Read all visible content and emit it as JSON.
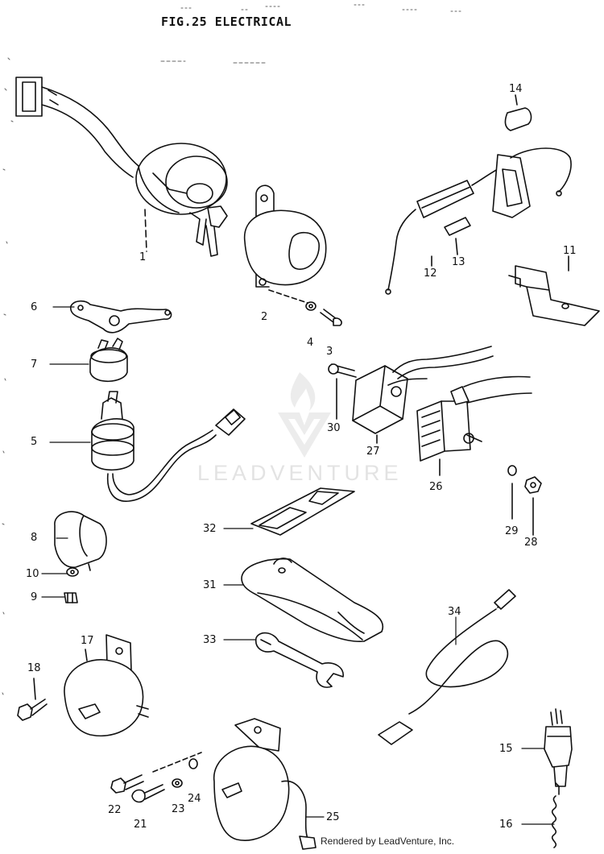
{
  "figure": {
    "title": "FIG.25  ELECTRICAL"
  },
  "watermark": {
    "text": "LEADVENTURE",
    "color": "#e3e3e3"
  },
  "footer": {
    "text": "Rendered by LeadVenture, Inc."
  },
  "callouts": [
    {
      "id": "1",
      "label": "1"
    },
    {
      "id": "2",
      "label": "2"
    },
    {
      "id": "3",
      "label": "3"
    },
    {
      "id": "4",
      "label": "4"
    },
    {
      "id": "5",
      "label": "5"
    },
    {
      "id": "6",
      "label": "6"
    },
    {
      "id": "7",
      "label": "7"
    },
    {
      "id": "8",
      "label": "8"
    },
    {
      "id": "9",
      "label": "9"
    },
    {
      "id": "10",
      "label": "10"
    },
    {
      "id": "11",
      "label": "11"
    },
    {
      "id": "12",
      "label": "12"
    },
    {
      "id": "13",
      "label": "13"
    },
    {
      "id": "14",
      "label": "14"
    },
    {
      "id": "15",
      "label": "15"
    },
    {
      "id": "16",
      "label": "16"
    },
    {
      "id": "17",
      "label": "17"
    },
    {
      "id": "18",
      "label": "18"
    },
    {
      "id": "21",
      "label": "21"
    },
    {
      "id": "22",
      "label": "22"
    },
    {
      "id": "23",
      "label": "23"
    },
    {
      "id": "24",
      "label": "24"
    },
    {
      "id": "25",
      "label": "25"
    },
    {
      "id": "26",
      "label": "26"
    },
    {
      "id": "27",
      "label": "27"
    },
    {
      "id": "28",
      "label": "28"
    },
    {
      "id": "29",
      "label": "29"
    },
    {
      "id": "30",
      "label": "30"
    },
    {
      "id": "31",
      "label": "31"
    },
    {
      "id": "32",
      "label": "32"
    },
    {
      "id": "33",
      "label": "33"
    },
    {
      "id": "34",
      "label": "34"
    }
  ]
}
